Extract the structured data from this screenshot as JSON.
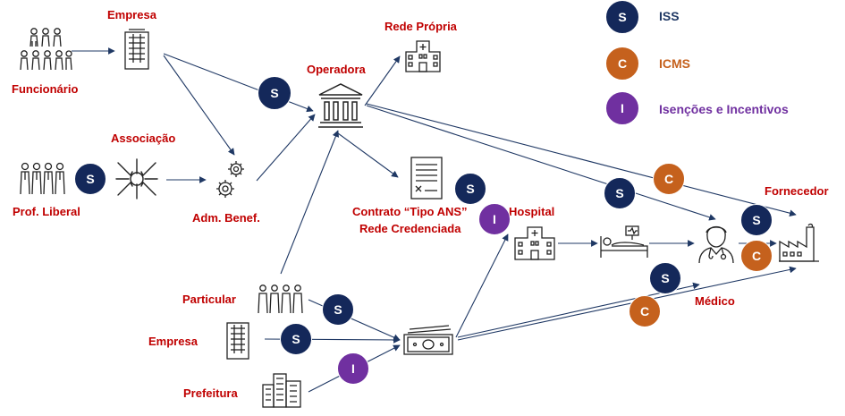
{
  "colors": {
    "arrow": "#1f3864",
    "label_red": "#c00000",
    "iss_badge": "#14285a",
    "icms_badge": "#c5611d",
    "isencoes_badge": "#7030a0",
    "icon_stroke": "#222222"
  },
  "legend": {
    "iss": {
      "letter": "S",
      "label": "ISS",
      "color": "#1f3864"
    },
    "icms": {
      "letter": "C",
      "label": "ICMS",
      "color": "#c5611d"
    },
    "isencoes": {
      "letter": "I",
      "label": "Isenções e Incentivos",
      "color": "#7030a0"
    }
  },
  "nodes": {
    "empresa_top": "Empresa",
    "funcionario": "Funcionário",
    "associacao": "Associação",
    "prof_liberal": "Prof. Liberal",
    "adm_benef": "Adm. Benef.",
    "operadora": "Operadora",
    "rede_propria": "Rede Própria",
    "contrato_line1": "Contrato “Tipo ANS”",
    "contrato_line2": "Rede Credenciada",
    "hospital": "Hospital",
    "medico": "Médico",
    "fornecedor": "Fornecedor",
    "particular": "Particular",
    "empresa_bottom": "Empresa",
    "prefeitura": "Prefeitura"
  },
  "badges": {
    "s_prof_liberal": "S",
    "s_empresa_operadora": "S",
    "s_contrato": "S",
    "i_contrato": "I",
    "s_operadora_medico": "S",
    "c_operadora_fornecedor": "C",
    "s_fornecedor": "S",
    "c_fornecedor": "C",
    "s_pagamento_medico": "S",
    "c_pagamento_fornecedor": "C",
    "s_particular": "S",
    "s_empresa_bottom": "S",
    "i_prefeitura": "I"
  },
  "icons": {
    "funcionario": "people-group-icon",
    "empresa_top": "office-building-icon",
    "prof_liberal": "people-group-icon",
    "associacao": "joined-hands-icon",
    "adm_benef": "gears-icon",
    "operadora": "bank-building-icon",
    "rede_propria": "hospital-icon",
    "contrato": "contract-document-icon",
    "hospital": "hospital-icon",
    "patient": "hospital-bed-icon",
    "medico": "doctor-icon",
    "fornecedor": "factory-icon",
    "particular": "people-group-icon",
    "empresa_bottom": "office-building-icon",
    "prefeitura": "city-buildings-icon",
    "pagamento": "money-bill-icon"
  }
}
